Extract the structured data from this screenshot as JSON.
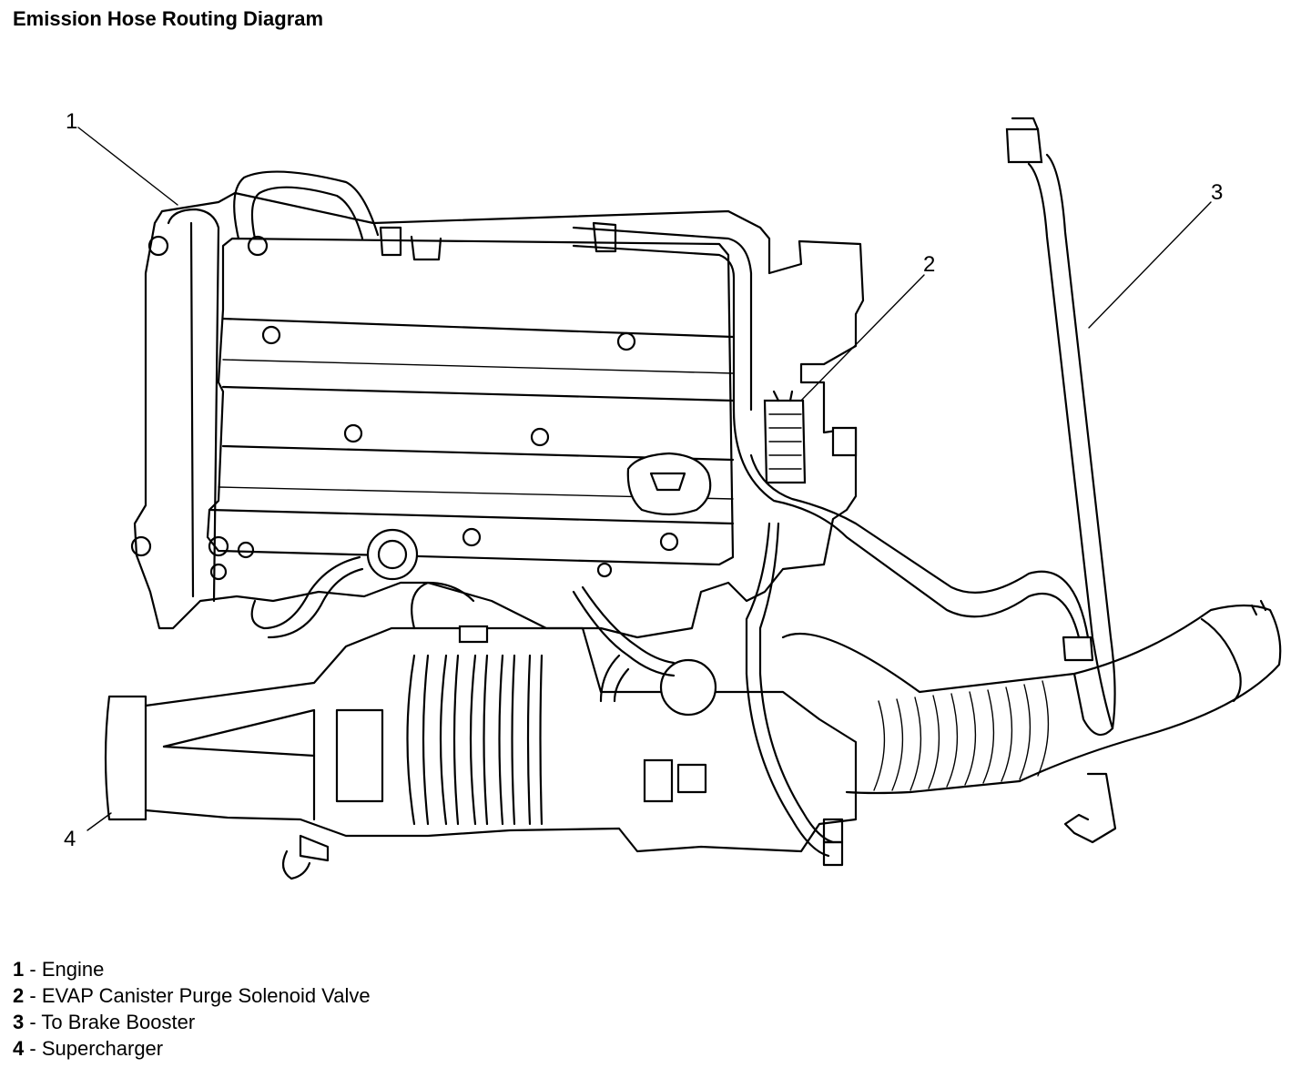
{
  "title": "Emission Hose Routing Diagram",
  "callouts": [
    {
      "number": "1"
    },
    {
      "number": "2"
    },
    {
      "number": "3"
    },
    {
      "number": "4"
    }
  ],
  "legend": [
    {
      "number": "1",
      "label": "- Engine"
    },
    {
      "number": "2",
      "label": "- EVAP Canister Purge Solenoid Valve"
    },
    {
      "number": "3",
      "label": "- To Brake Booster"
    },
    {
      "number": "4",
      "label": "- Supercharger"
    }
  ]
}
